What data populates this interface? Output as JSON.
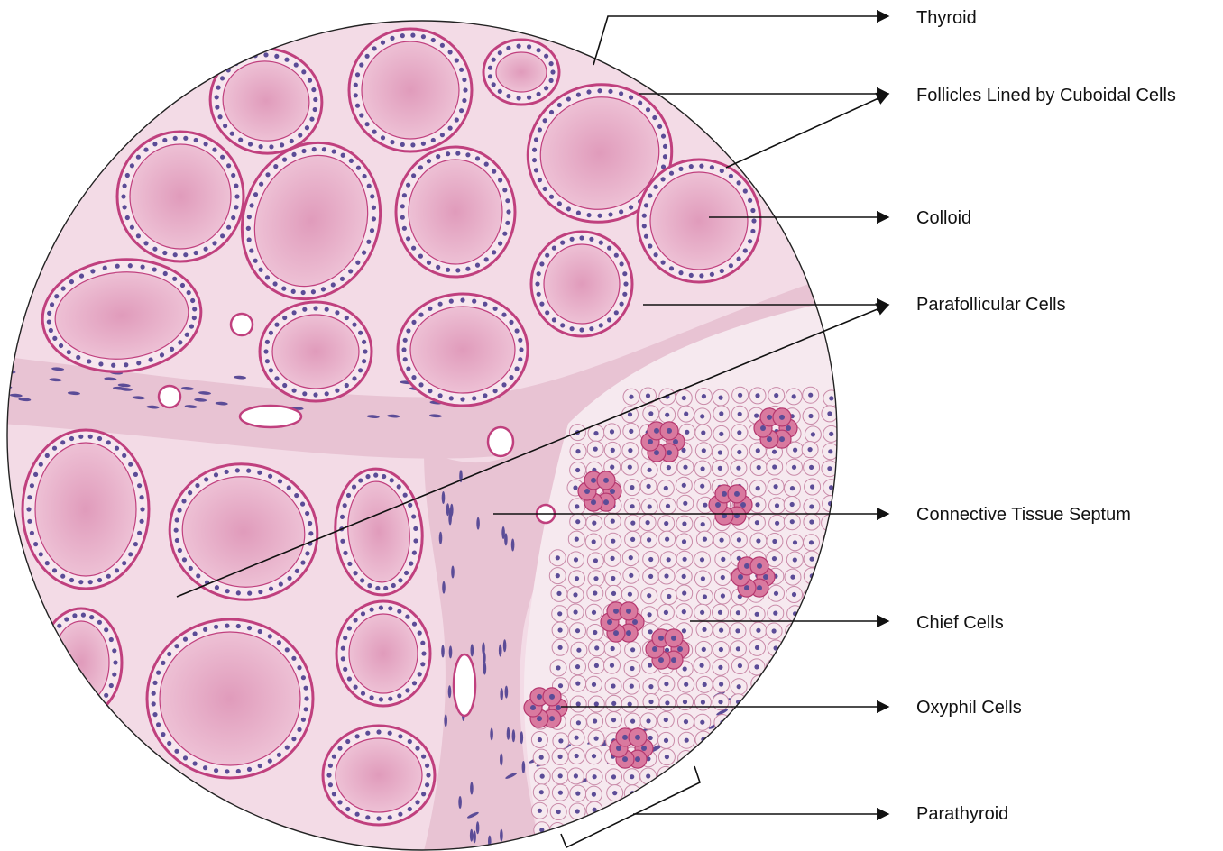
{
  "labels": {
    "thyroid": "Thyroid",
    "follicles": "Follicles Lined by Cuboidal Cells",
    "colloid": "Colloid",
    "parafollicular": "Parafollicular Cells",
    "septum": "Connective Tissue Septum",
    "chief": "Chief Cells",
    "oxyphil": "Oxyphil Cells",
    "parathyroid": "Parathyroid"
  },
  "colors": {
    "tissue_background": "#f3dbe6",
    "follicle_wall": "#c0407e",
    "colloid": "#e7b3cb",
    "nucleus": "#5b4c97",
    "septum": "#e8c3d3",
    "chief_cell": "#f6e9ef",
    "oxyphil_cell": "#d9799f",
    "leader_line": "#111111"
  }
}
